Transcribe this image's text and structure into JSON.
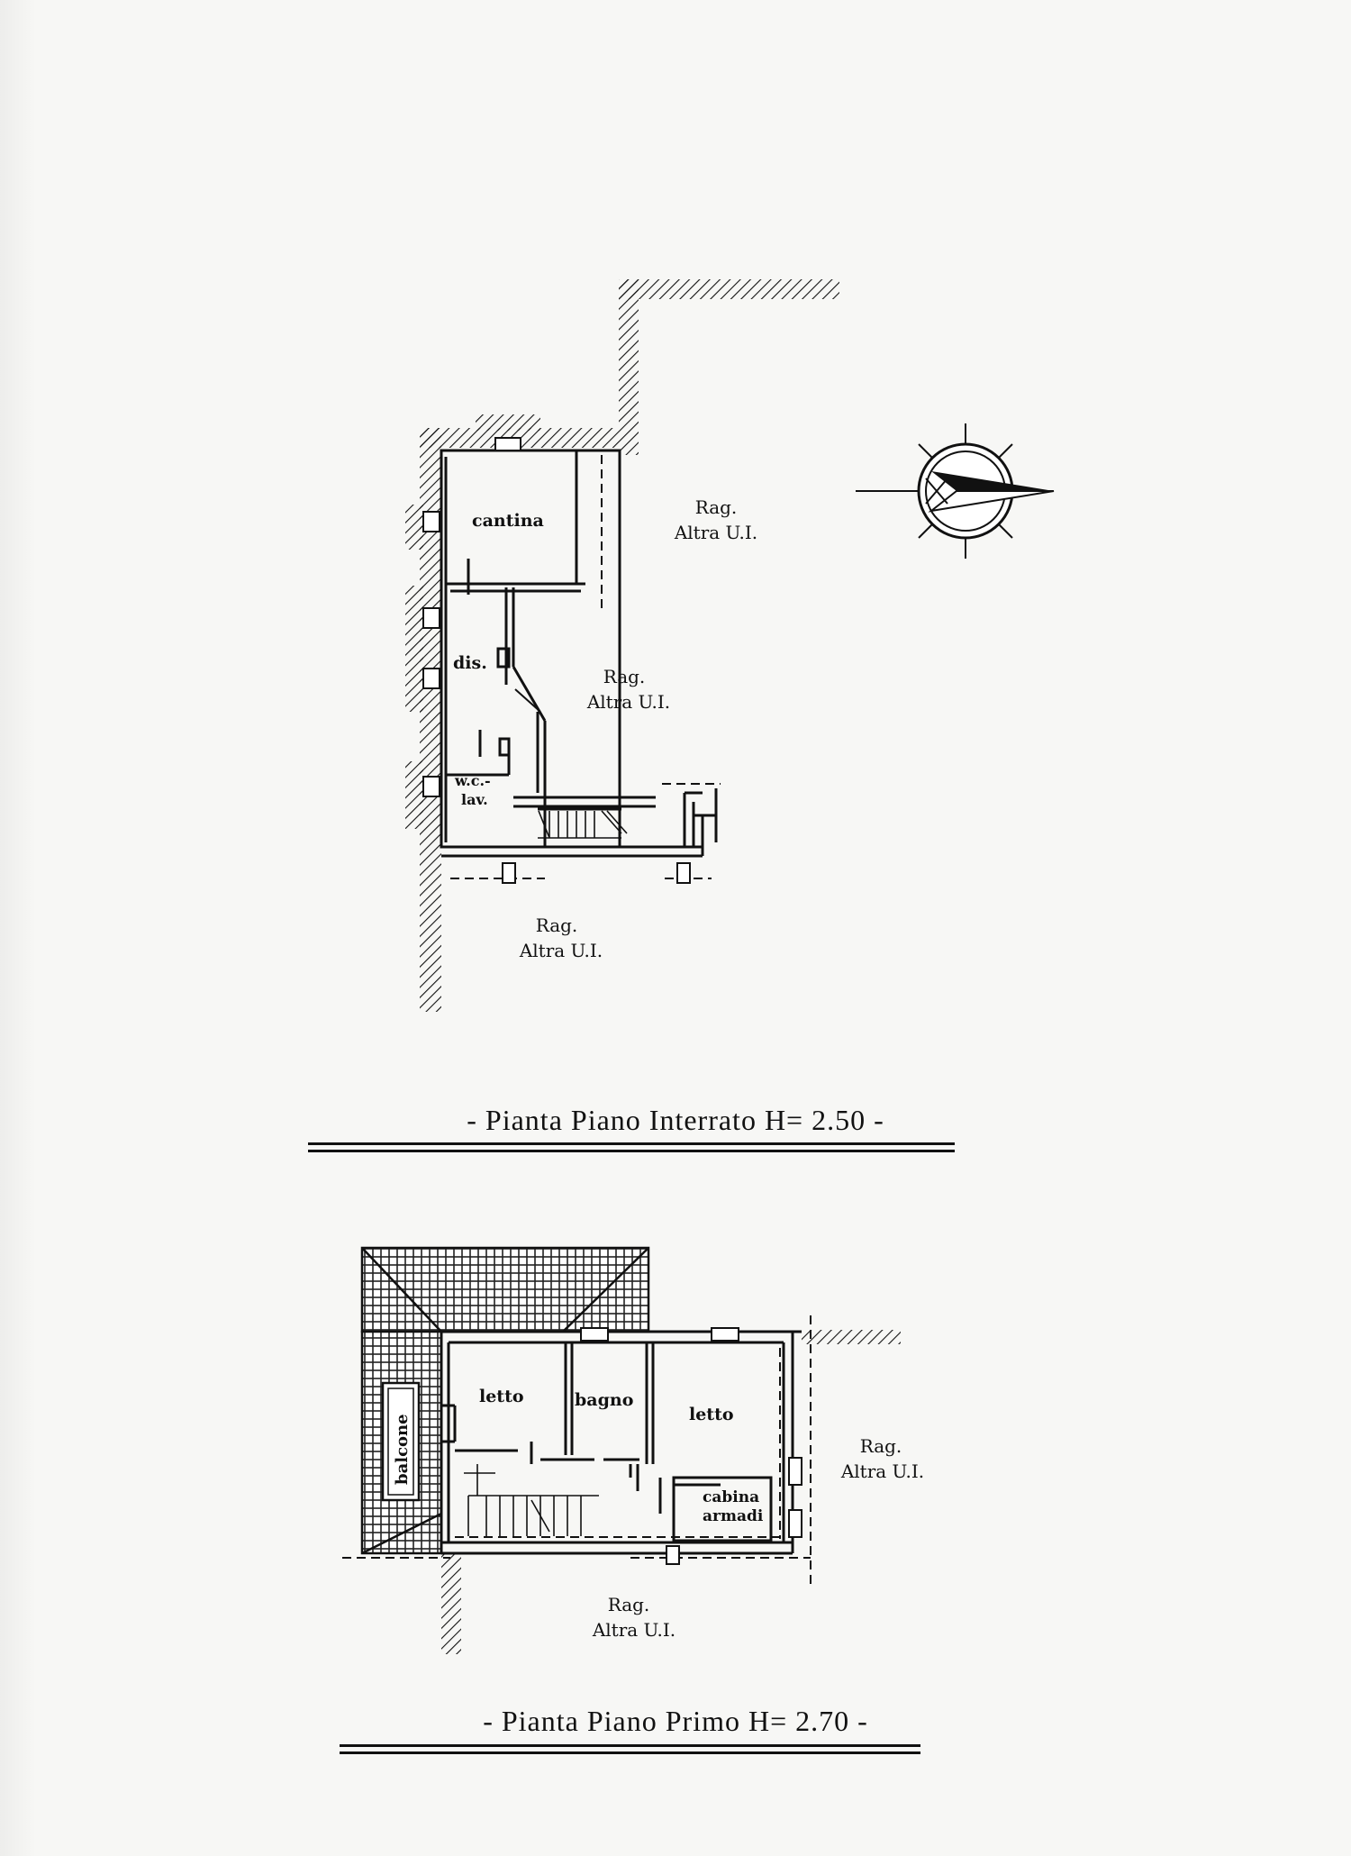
{
  "plan_basement": {
    "rooms": {
      "cantina": "cantina",
      "dis": "dis.",
      "wc": "w.c.-",
      "lav": "lav."
    },
    "neighbors": {
      "a_line1": "Rag.",
      "a_line2": "Altra U.I.",
      "b_line1": "Rag.",
      "b_line2": "Altra U.I.",
      "c_line1": "Rag.",
      "c_line2": "Altra U.I."
    },
    "caption": "- Pianta Piano Interrato H= 2.50 -"
  },
  "plan_first": {
    "rooms": {
      "letto1": "letto",
      "bagno": "bagno",
      "letto2": "letto",
      "cabina1": "cabina",
      "cabina2": "armadi",
      "balcone": "balcone"
    },
    "neighbors": {
      "a_line1": "Rag.",
      "a_line2": "Altra U.I.",
      "b_line1": "Rag.",
      "b_line2": "Altra U.I."
    },
    "caption": "- Pianta Piano Primo H= 2.70 -"
  },
  "north_arrow": {
    "icon": "north-arrow-icon"
  }
}
